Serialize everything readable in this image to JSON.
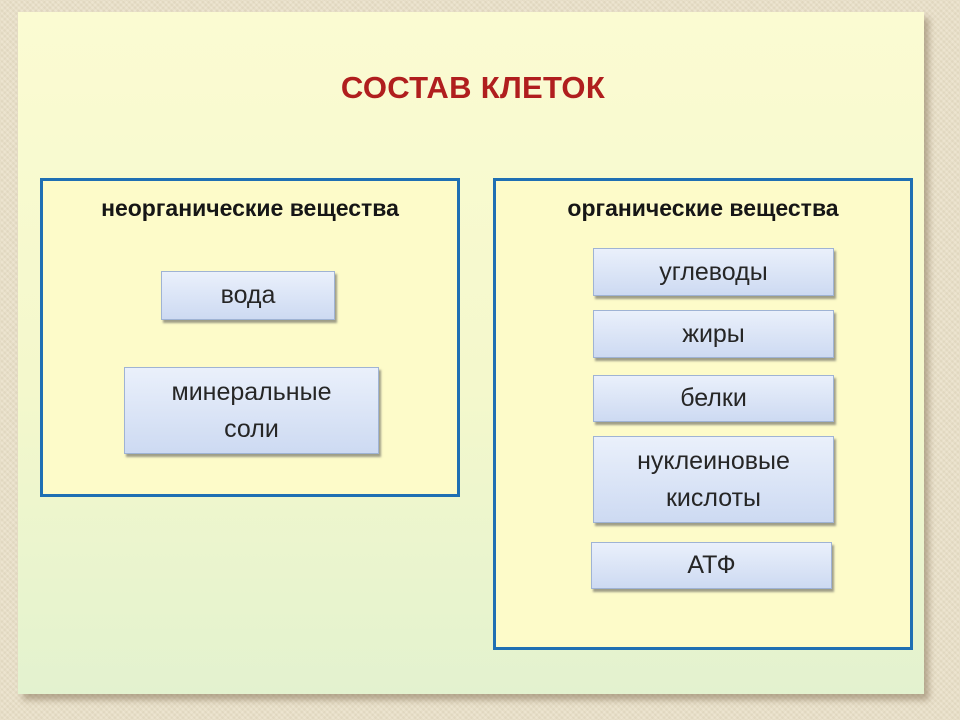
{
  "slide": {
    "title": "СОСТАВ КЛЕТОК"
  },
  "groups": [
    {
      "title": "неорганические вещества",
      "items": [
        {
          "label": "вода"
        },
        {
          "label": "минеральные соли"
        }
      ]
    },
    {
      "title": "органические вещества",
      "items": [
        {
          "label": "углеводы"
        },
        {
          "label": "жиры"
        },
        {
          "label": "белки"
        },
        {
          "label": "нуклеиновые кислоты"
        },
        {
          "label": "АТФ"
        }
      ]
    }
  ],
  "colors": {
    "title": "#b01e1e",
    "group_border": "#1f6fb3",
    "group_fill": "#fdfbc9",
    "item_fill": "#cddaf2"
  }
}
